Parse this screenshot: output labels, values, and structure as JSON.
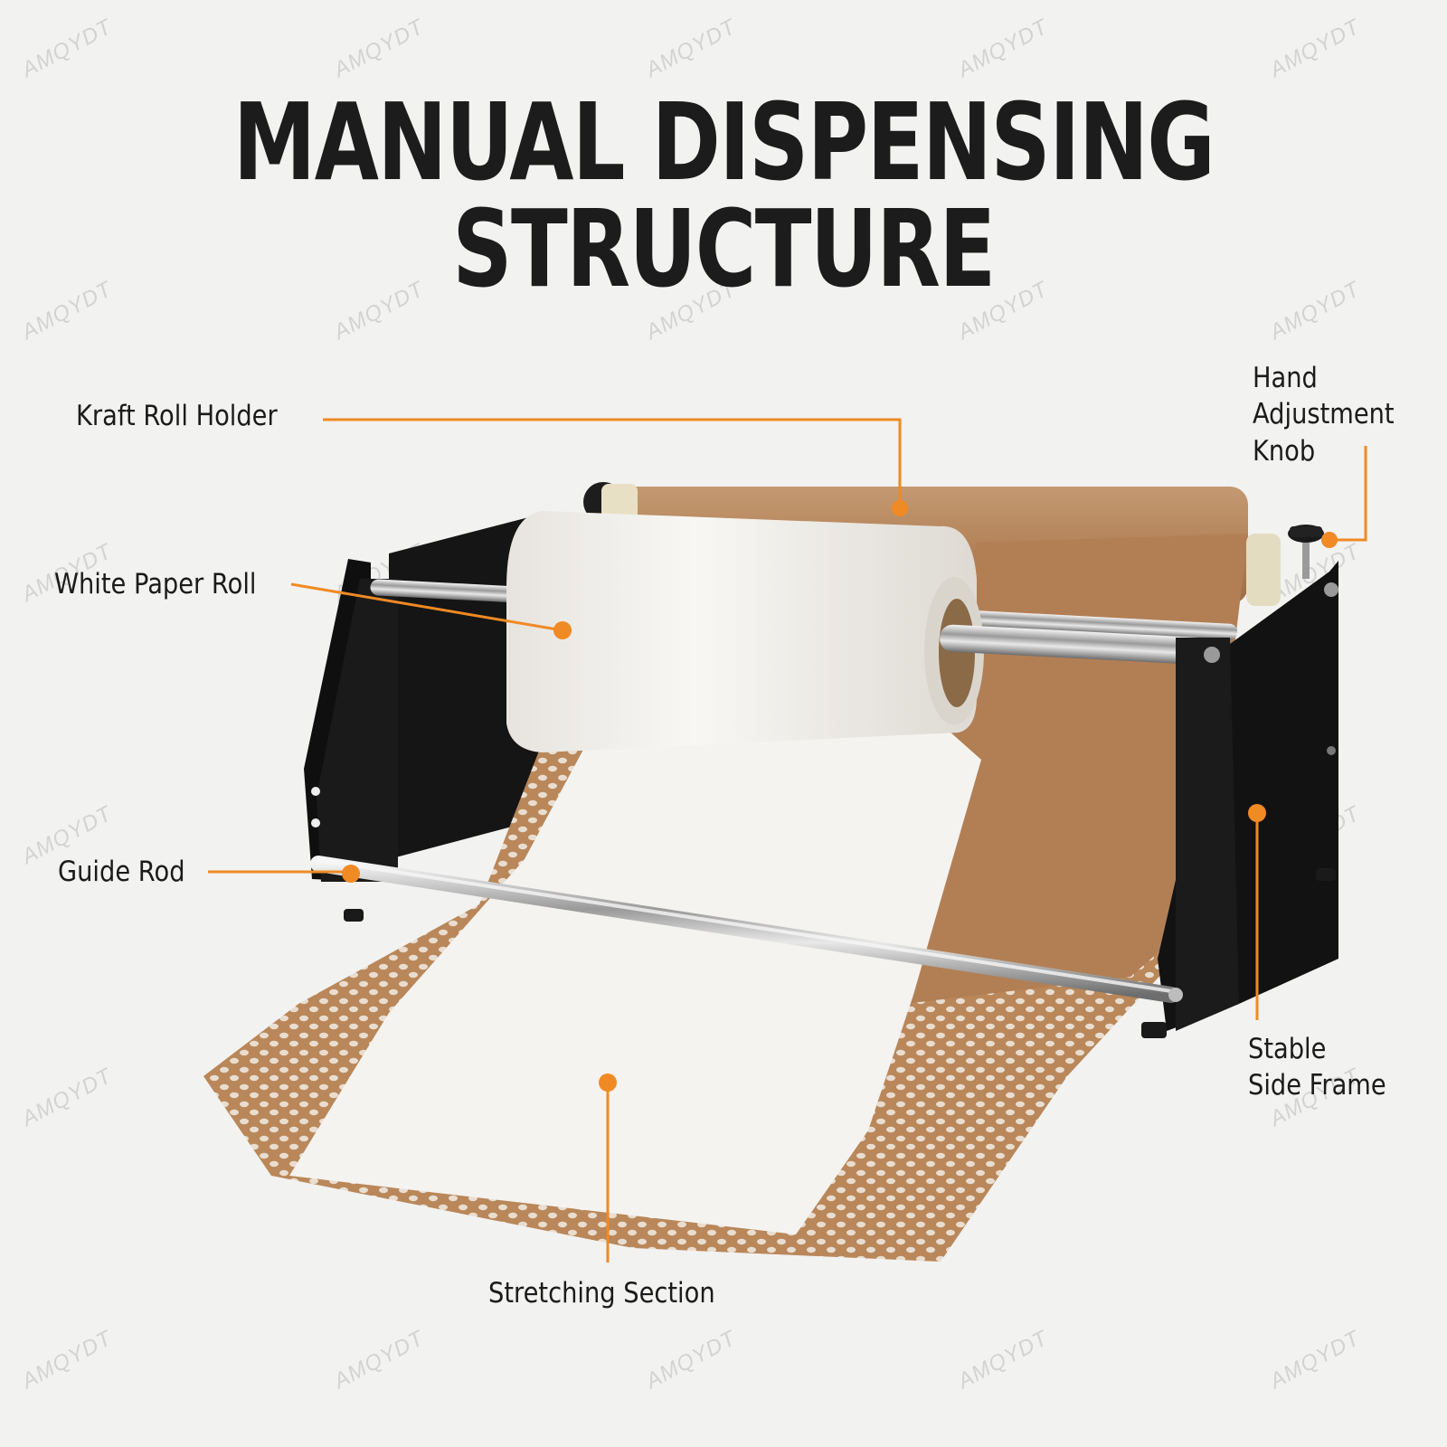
{
  "title": "MANUAL DISPENSING STRUCTURE",
  "watermark": "AMQYDT",
  "accent_color": "#f08a24",
  "labels": {
    "kraft_roll_holder": "Kraft Roll Holder",
    "hand_adjustment_knob": "Hand\nAdjustment\nKnob",
    "white_paper_roll": "White Paper Roll",
    "guide_rod": "Guide Rod",
    "stable_side_frame": "Stable\nSide Frame",
    "stretching_section": "Stretching Section"
  }
}
